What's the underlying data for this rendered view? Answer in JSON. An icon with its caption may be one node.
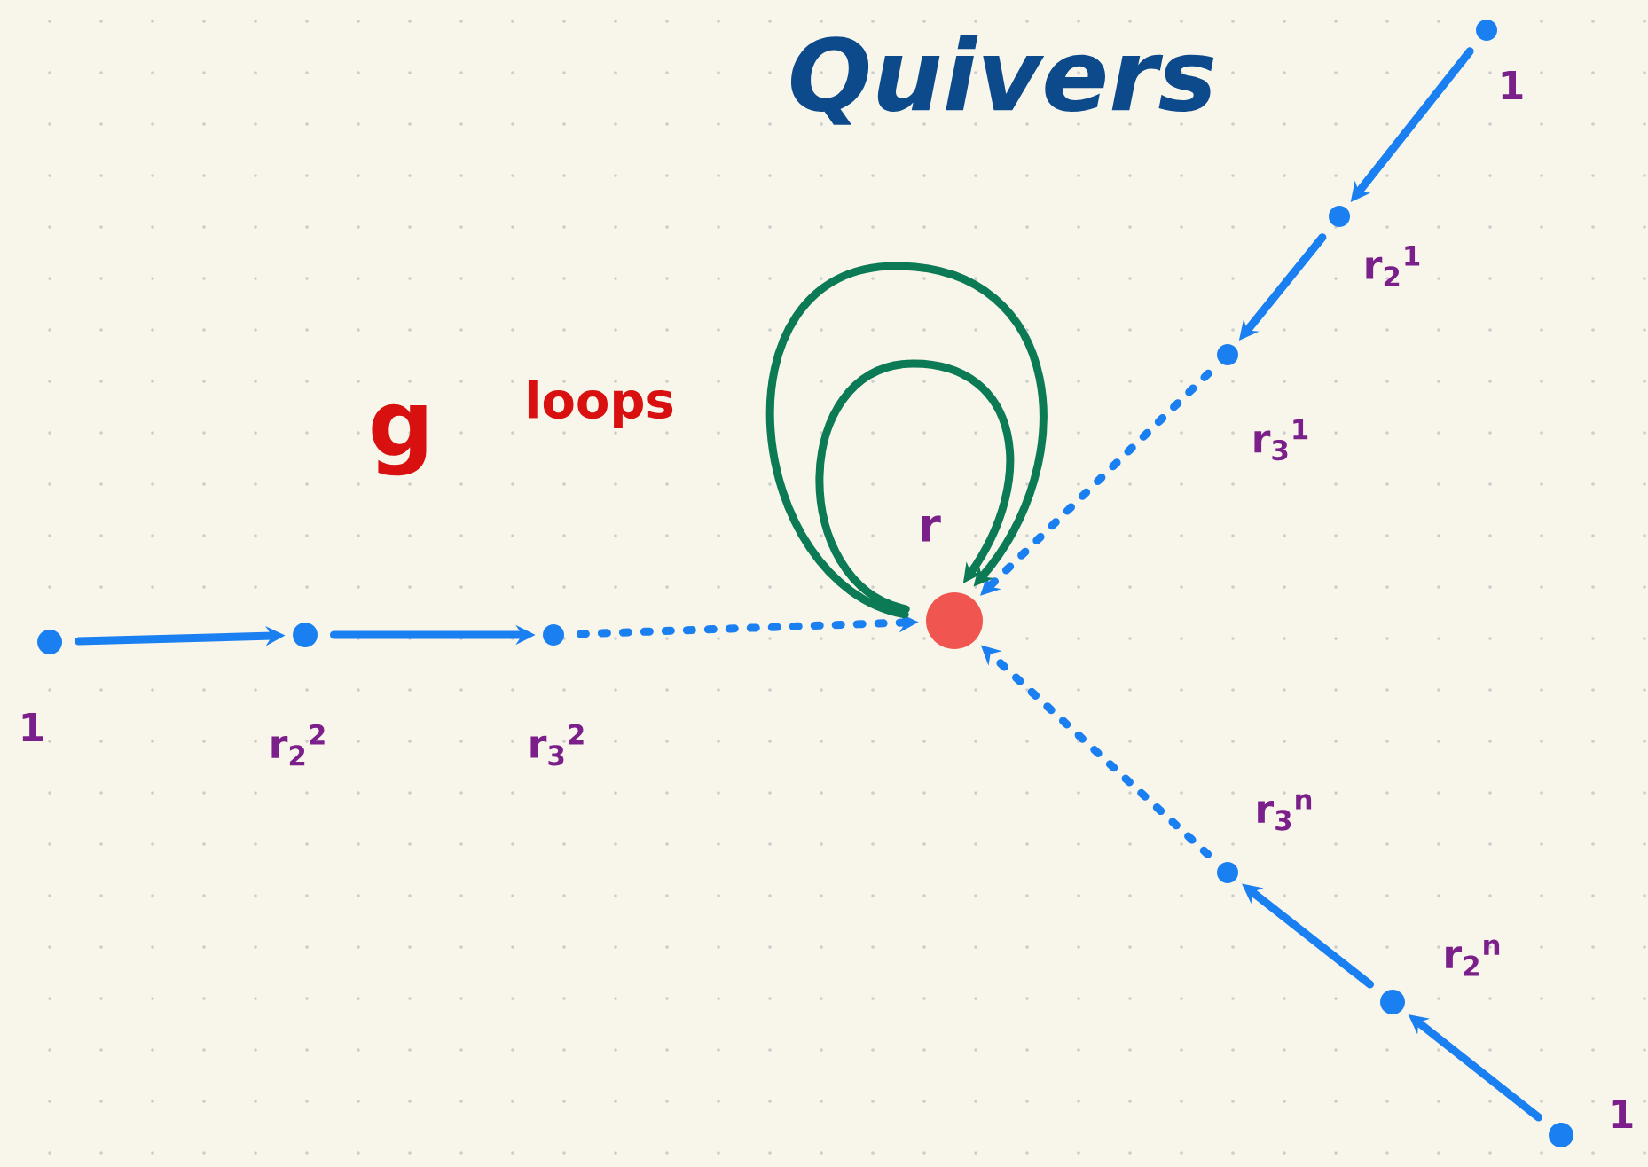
{
  "diagram": {
    "title": "Quivers",
    "nodes": [
      {
        "text": [],
        "shape": "circle",
        "beside": [
          "1"
        ]
      },
      {
        "text": [],
        "shape": "circle",
        "beside": [
          "r$_{2}$$^{1}$"
        ]
      },
      {
        "text": [],
        "shape": "circle",
        "beside": [
          "r$_{3}$$^{1}$"
        ]
      },
      {
        "text": [],
        "shape": "circle",
        "beside": [
          "r"
        ]
      },
      {
        "text": [],
        "shape": "circle",
        "beside": [
          "1"
        ]
      },
      {
        "text": [],
        "shape": "circle",
        "beside": [
          "r$_{2}$$^{2}$"
        ]
      },
      {
        "text": [],
        "shape": "circle",
        "beside": [
          "r$_{3}$$^{2}$"
        ]
      },
      {
        "text": [],
        "shape": "circle",
        "beside": [
          "r$_{3}$$^{n}$"
        ]
      },
      {
        "text": [],
        "shape": "circle",
        "beside": [
          "r$_{2}$$^{n}$"
        ]
      },
      {
        "text": [],
        "shape": "circle",
        "beside": [
          "1"
        ]
      }
    ],
    "edges": [
      {
        "from": 0,
        "to": 1,
        "arrow": "to"
      },
      {
        "from": 1,
        "to": 2,
        "arrow": "to"
      },
      {
        "from": 2,
        "to": 3,
        "arrow": "to",
        "style": "dashed"
      },
      {
        "from": 4,
        "to": 5,
        "arrow": "to"
      },
      {
        "from": 5,
        "to": 6,
        "arrow": "to"
      },
      {
        "from": 6,
        "to": 3,
        "arrow": "to",
        "style": "dashed"
      },
      {
        "from": 9,
        "to": 8,
        "arrow": "to"
      },
      {
        "from": 8,
        "to": 7,
        "arrow": "to"
      },
      {
        "from": 7,
        "to": 3,
        "arrow": "to",
        "style": "dashed"
      },
      {
        "from": 3,
        "to": 3,
        "arrow": "to",
        "color": "#0b7a55"
      },
      {
        "from": 3,
        "to": 3,
        "arrow": "to",
        "color": "#0b7a55"
      }
    ],
    "labels": [
      "g",
      "loops"
    ]
  }
}
